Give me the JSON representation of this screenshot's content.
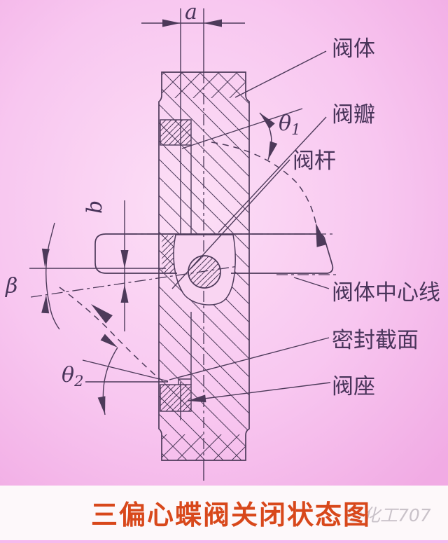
{
  "drawing": {
    "ink_color": "#4d3a5a",
    "background_pink": "#f8c7f0",
    "footer_background": "#fdf8fa"
  },
  "dimensions": {
    "a": "a",
    "b": "b",
    "beta": "β",
    "theta1": {
      "sym": "θ",
      "sub": "1"
    },
    "theta2": {
      "sym": "θ",
      "sub": "2"
    }
  },
  "labels": {
    "valve_body": "阀体",
    "valve_disc": "阀瓣",
    "valve_stem": "阀杆",
    "body_centerline": "阀体中心线",
    "seal_section": "密封截面",
    "valve_seat": "阀座"
  },
  "title": {
    "text": "三偏心蝶阀关闭状态图",
    "color": "#d8481b"
  },
  "watermark": {
    "text": "化工707"
  }
}
